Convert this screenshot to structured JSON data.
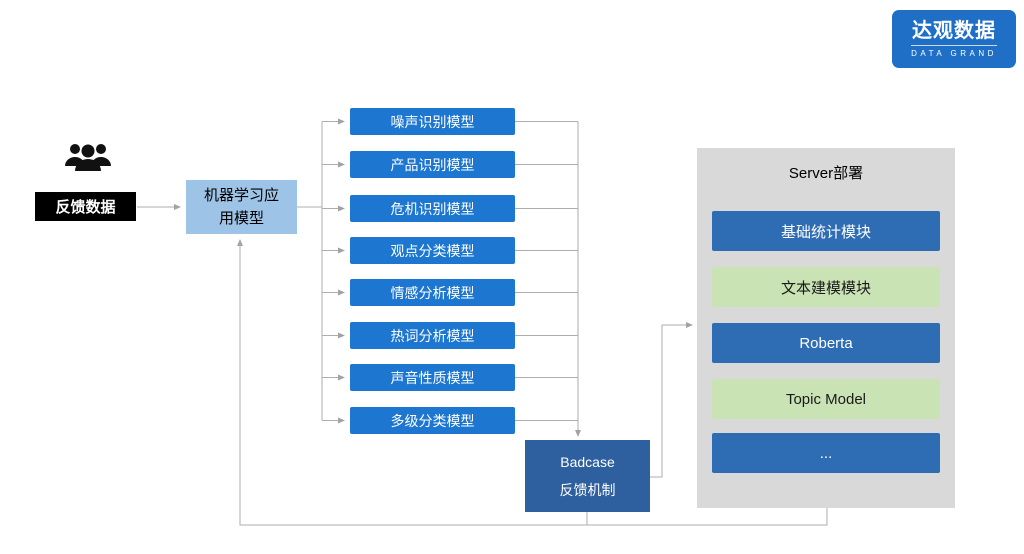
{
  "logo": {
    "title": "达观数据",
    "subtitle": "DATA GRAND"
  },
  "source": {
    "label": "反馈数据",
    "icon": "people-group-icon"
  },
  "app_model": {
    "line1": "机器学习应",
    "line2": "用模型"
  },
  "models": [
    "噪声识别模型",
    "产品识别模型",
    "危机识别模型",
    "观点分类模型",
    "情感分析模型",
    "热词分析模型",
    "声音性质模型",
    "多级分类模型"
  ],
  "badcase": {
    "line1": "Badcase",
    "line2": "反馈机制"
  },
  "server": {
    "title": "Server部署",
    "modules": [
      {
        "label": "基础统计模块",
        "color": "blue"
      },
      {
        "label": "文本建模模块",
        "color": "green"
      },
      {
        "label": "Roberta",
        "color": "blue"
      },
      {
        "label": "Topic Model",
        "color": "green"
      },
      {
        "label": "...",
        "color": "blue"
      }
    ]
  },
  "colors": {
    "model_blue": "#1d76cf",
    "light_blue": "#9dc3e6",
    "badcase_blue": "#2e5f9e",
    "module_blue": "#2e6db4",
    "module_green": "#c9e3b4",
    "panel_gray": "#d9d9d9",
    "logo_blue": "#1f6fc7",
    "source_black": "#000000",
    "connector_gray": "#aeaeae"
  }
}
